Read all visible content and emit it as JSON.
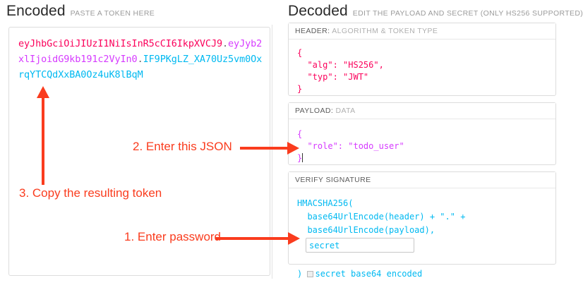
{
  "columns": {
    "encoded": {
      "title": "Encoded",
      "subtitle": "PASTE A TOKEN HERE"
    },
    "decoded": {
      "title": "Decoded",
      "subtitle": "EDIT THE PAYLOAD AND SECRET (ONLY HS256 SUPPORTED)"
    }
  },
  "token": {
    "header_segment": "eyJhbGciOiJIUzI1NiIsInR5cCI6IkpXVCJ9",
    "dot1": ".",
    "payload_segment": "eyJyb2xlIjoidG9kb191c2VyIn0",
    "dot2": ".",
    "signature_segment": "IF9PKgLZ_XA70Uz5vm0OxrqYTCQdXxBA0Oz4uK8lBqM",
    "colors": {
      "header": "#fb015b",
      "payload": "#d63aff",
      "signature": "#00b9f1"
    }
  },
  "decoded": {
    "header_pane": {
      "label_strong": "HEADER:",
      "label_weak": "ALGORITHM & TOKEN TYPE",
      "open_brace": "{",
      "line_alg": "  \"alg\": \"HS256\",",
      "line_typ": "  \"typ\": \"JWT\"",
      "close_brace": "}"
    },
    "payload_pane": {
      "label_strong": "PAYLOAD:",
      "label_weak": "DATA",
      "open_brace": "{",
      "line_role": "  \"role\": \"todo_user\"",
      "close_brace": "}"
    },
    "signature_pane": {
      "label_strong": "VERIFY SIGNATURE",
      "label_weak": "",
      "line1": "HMACSHA256(",
      "line2": "  base64UrlEncode(header) + \".\" +",
      "line3": "  base64UrlEncode(payload),",
      "secret_value": "secret",
      "secret_placeholder": "secret",
      "close_paren": ")",
      "base64_label": "secret base64 encoded",
      "base64_checked": false
    }
  },
  "annotations": {
    "step1": "1. Enter password",
    "step2": "2. Enter this JSON",
    "step3": "3. Copy the resulting token",
    "color": "#fa3c1e"
  }
}
